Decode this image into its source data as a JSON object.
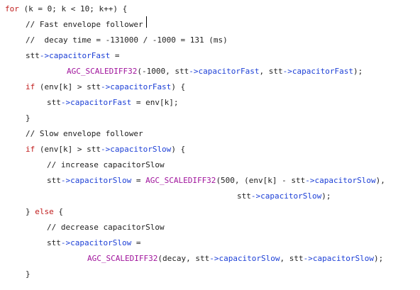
{
  "colors": {
    "background": "#ffffff",
    "default_text": "#222222",
    "keyword": "#c01c1c",
    "arrow_member": "#1c3fd6",
    "macro": "#a0149c"
  },
  "code_lines": [
    [
      {
        "t": "kw",
        "v": "for"
      },
      {
        "t": "plain",
        "v": " (k = 0; k < 10; k++) {"
      }
    ],
    [
      {
        "t": "comment",
        "v": "// Fast envelope follower"
      }
    ],
    [
      {
        "t": "comment",
        "v": "//  decay time = -131000 / -1000 = 131 (ms)"
      }
    ],
    [
      {
        "t": "plain",
        "v": "stt"
      },
      {
        "t": "arrow",
        "v": "->capacitorFast"
      },
      {
        "t": "plain",
        "v": " ="
      }
    ],
    [
      {
        "t": "fn",
        "v": "AGC_SCALEDIFF32"
      },
      {
        "t": "plain",
        "v": "(-1000, stt"
      },
      {
        "t": "arrow",
        "v": "->capacitorFast"
      },
      {
        "t": "plain",
        "v": ", stt"
      },
      {
        "t": "arrow",
        "v": "->capacitorFast"
      },
      {
        "t": "plain",
        "v": ");"
      }
    ],
    [
      {
        "t": "kw",
        "v": "if"
      },
      {
        "t": "plain",
        "v": " (env[k] > stt"
      },
      {
        "t": "arrow",
        "v": "->capacitorFast"
      },
      {
        "t": "plain",
        "v": ") {"
      }
    ],
    [
      {
        "t": "plain",
        "v": "stt"
      },
      {
        "t": "arrow",
        "v": "->capacitorFast"
      },
      {
        "t": "plain",
        "v": " = env[k];"
      }
    ],
    [
      {
        "t": "plain",
        "v": "}"
      }
    ],
    [
      {
        "t": "comment",
        "v": "// Slow envelope follower"
      }
    ],
    [
      {
        "t": "kw",
        "v": "if"
      },
      {
        "t": "plain",
        "v": " (env[k] > stt"
      },
      {
        "t": "arrow",
        "v": "->capacitorSlow"
      },
      {
        "t": "plain",
        "v": ") {"
      }
    ],
    [
      {
        "t": "comment",
        "v": "// increase capacitorSlow"
      }
    ],
    [
      {
        "t": "plain",
        "v": "stt"
      },
      {
        "t": "arrow",
        "v": "->capacitorSlow"
      },
      {
        "t": "plain",
        "v": " = "
      },
      {
        "t": "fn",
        "v": "AGC_SCALEDIFF32"
      },
      {
        "t": "plain",
        "v": "(500, (env[k] - stt"
      },
      {
        "t": "arrow",
        "v": "->capacitorSlow"
      },
      {
        "t": "plain",
        "v": "),"
      }
    ],
    [
      {
        "t": "plain",
        "v": "stt"
      },
      {
        "t": "arrow",
        "v": "->capacitorSlow"
      },
      {
        "t": "plain",
        "v": ");"
      }
    ],
    [
      {
        "t": "plain",
        "v": "} "
      },
      {
        "t": "kw",
        "v": "else"
      },
      {
        "t": "plain",
        "v": " {"
      }
    ],
    [
      {
        "t": "comment",
        "v": "// decrease capacitorSlow"
      }
    ],
    [
      {
        "t": "plain",
        "v": "stt"
      },
      {
        "t": "arrow",
        "v": "->capacitorSlow"
      },
      {
        "t": "plain",
        "v": " ="
      }
    ],
    [
      {
        "t": "fn",
        "v": "AGC_SCALEDIFF32"
      },
      {
        "t": "plain",
        "v": "(decay, stt"
      },
      {
        "t": "arrow",
        "v": "->capacitorSlow"
      },
      {
        "t": "plain",
        "v": ", stt"
      },
      {
        "t": "arrow",
        "v": "->capacitorSlow"
      },
      {
        "t": "plain",
        "v": ");"
      }
    ],
    [
      {
        "t": "plain",
        "v": "}"
      }
    ]
  ]
}
